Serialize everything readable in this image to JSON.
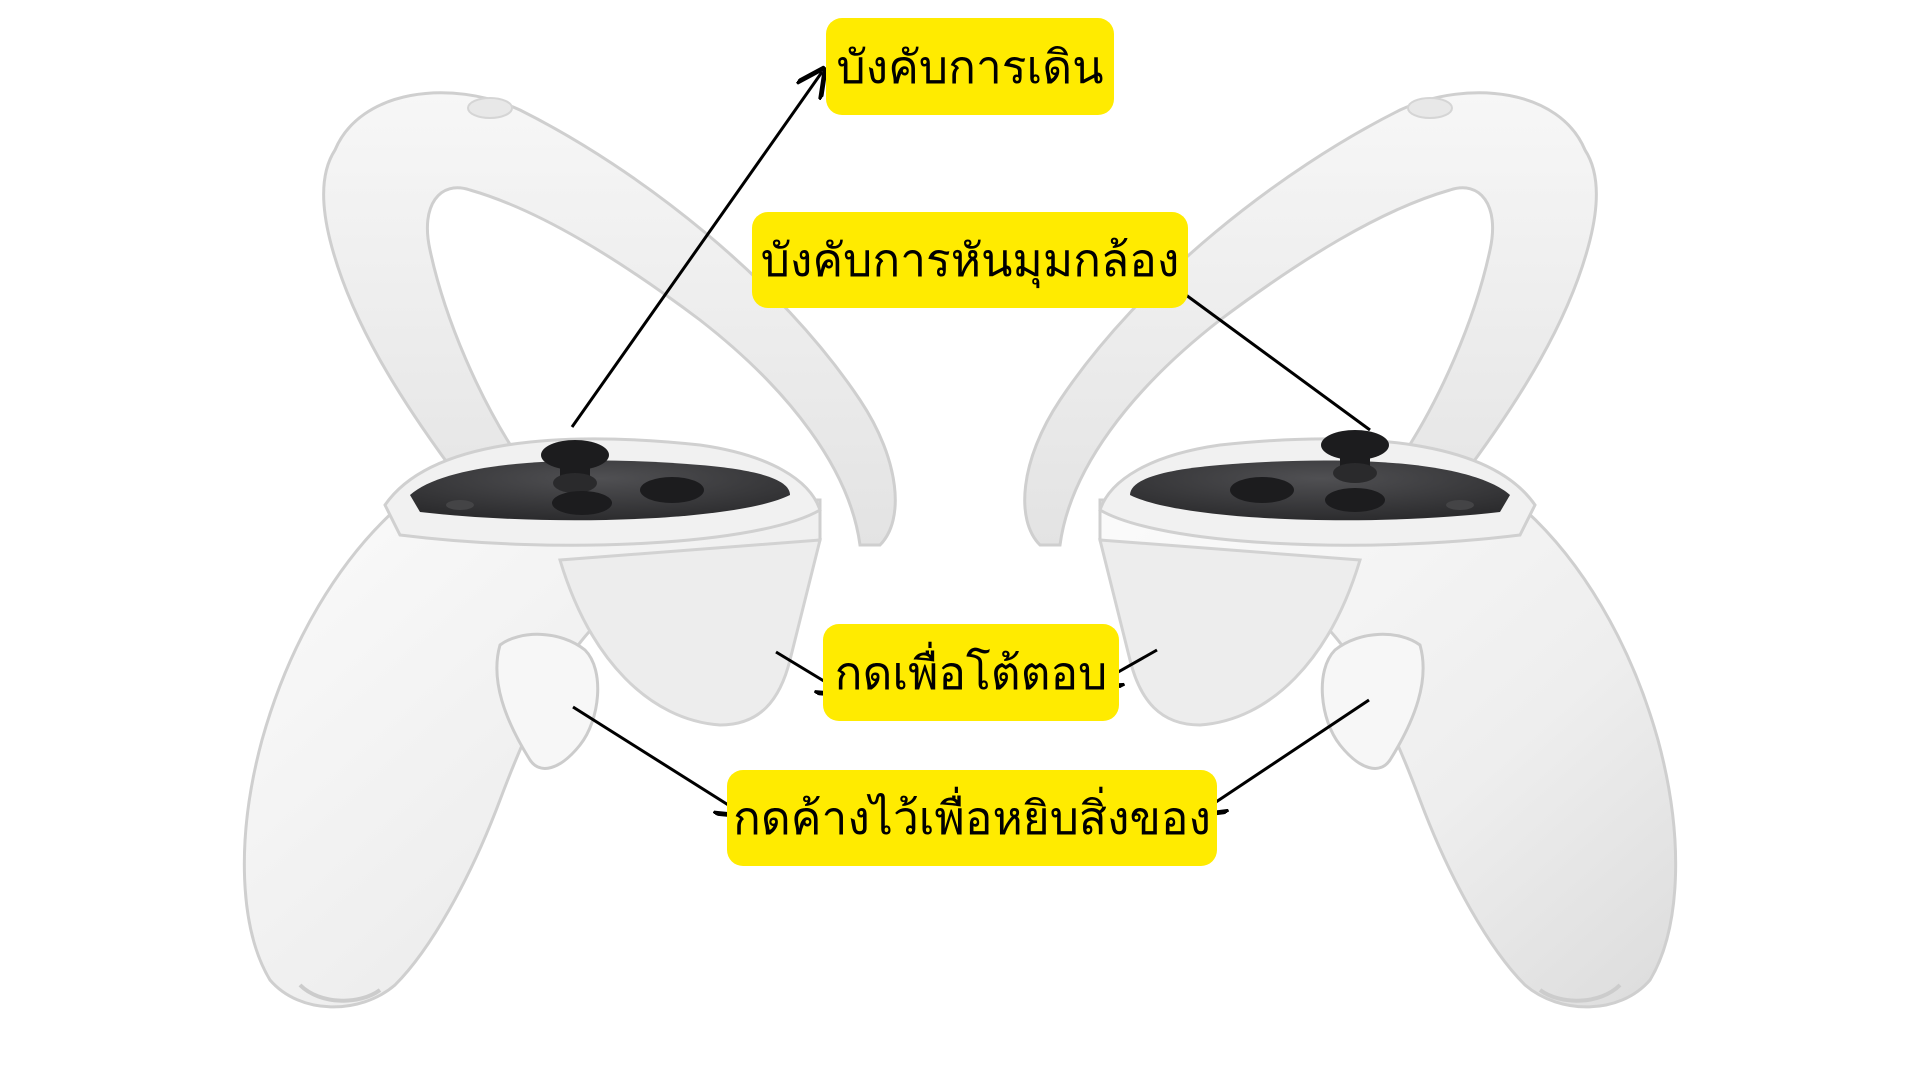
{
  "labels": {
    "walk": "บังคับการเดิน",
    "camera": "บังคับการหันมุมกล้อง",
    "interact": "กดเพื่อโต้ตอบ",
    "grab": "กดค้างไว้เพื่อหยิบสิ่งของ"
  },
  "colors": {
    "label_background": "#ffeb00",
    "label_text": "#000000",
    "arrow": "#000000",
    "controller_body": "#f2f2f2",
    "controller_shadow": "#d9d9d9",
    "control_panel": "#3c3c3e",
    "buttons": "#1c1c1e"
  },
  "icons": {
    "left_controller": "vr-controller-left-icon",
    "right_controller": "vr-controller-right-icon",
    "arrows": "arrow-icon"
  }
}
